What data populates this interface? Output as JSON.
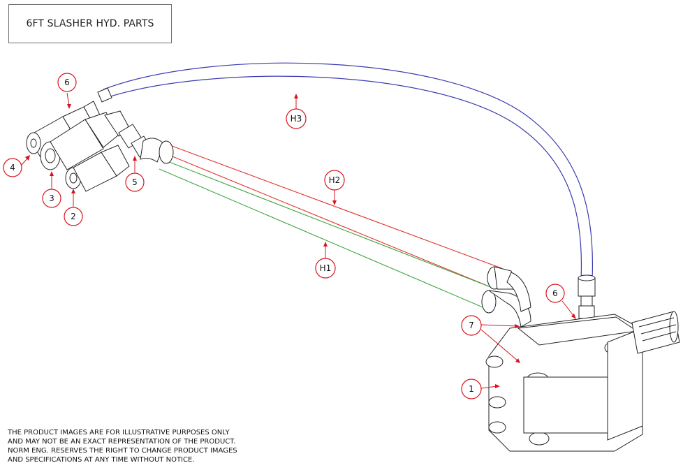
{
  "title": "6FT SLASHER HYD. PARTS",
  "callouts": {
    "c1": "1",
    "c2": "2",
    "c3": "3",
    "c4": "4",
    "c5": "5",
    "c6a": "6",
    "c6b": "6",
    "c7": "7",
    "h1": "H1",
    "h2": "H2",
    "h3": "H3"
  },
  "disclaimer": [
    "THE PRODUCT IMAGES ARE FOR ILLUSTRATIVE PURPOSES ONLY",
    "AND MAY NOT BE AN EXACT REPRESENTATION OF THE PRODUCT.",
    "NORM ENG. RESERVES THE RIGHT TO CHANGE PRODUCT IMAGES",
    "AND SPECIFICATIONS AT ANY TIME WITHOUT NOTICE."
  ],
  "colors": {
    "callout_red": "#d8141b",
    "hose_h1": "#3fa33f",
    "hose_h2": "#e0302a",
    "hose_h3": "#3b3bb0",
    "line": "#222222"
  }
}
